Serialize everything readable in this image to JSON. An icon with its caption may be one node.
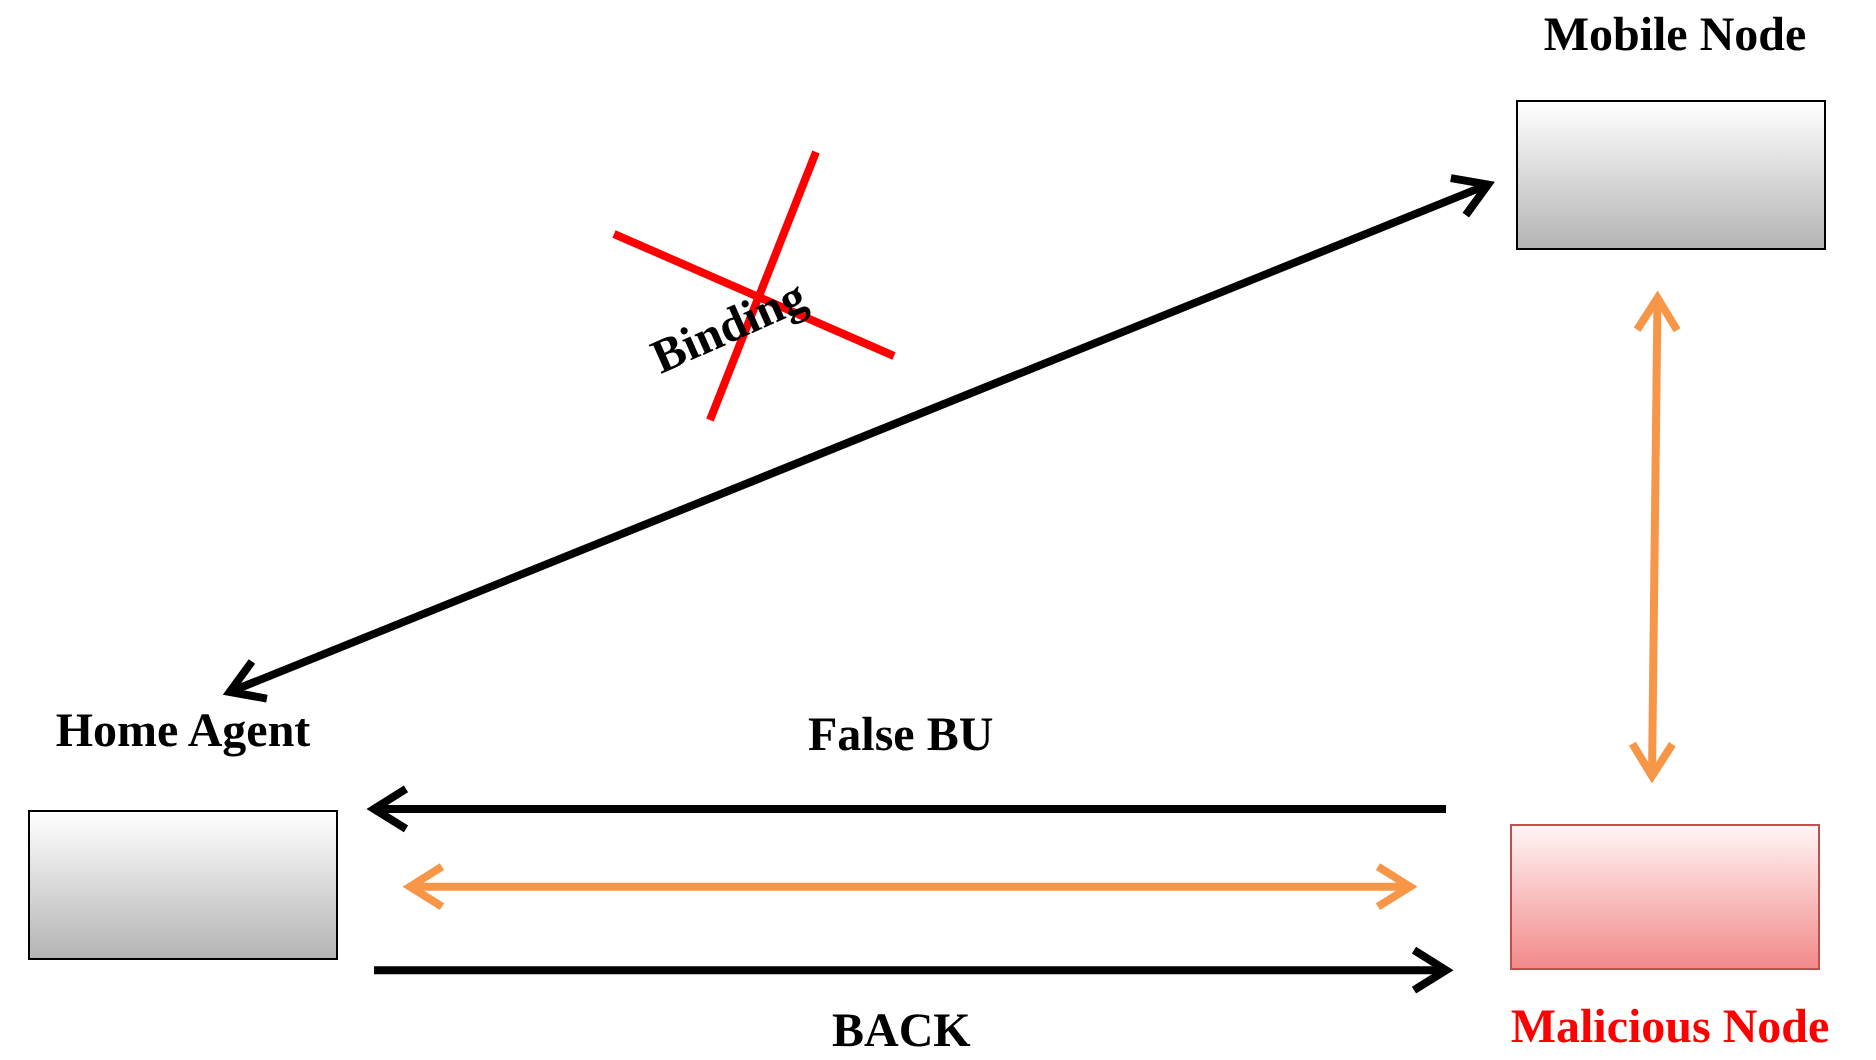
{
  "diagram": {
    "nodes": [
      {
        "text": [
          "Mobile Node"
        ]
      },
      {
        "text": [
          "Home Agent"
        ]
      },
      {
        "text": [
          "Malicious Node"
        ]
      }
    ],
    "edges": [
      {
        "from": 1,
        "to": 0,
        "arrow": "both",
        "label": "Binding"
      },
      {
        "from": 0,
        "to": 2,
        "arrow": "both",
        "color": "#f79646"
      },
      {
        "from": 1,
        "to": 2,
        "arrow": "both",
        "color": "#f79646"
      },
      {
        "from": 2,
        "to": 1,
        "arrow": "to",
        "label": "False BU"
      },
      {
        "from": 1,
        "to": 2,
        "arrow": "to",
        "label": "BACK"
      }
    ]
  }
}
